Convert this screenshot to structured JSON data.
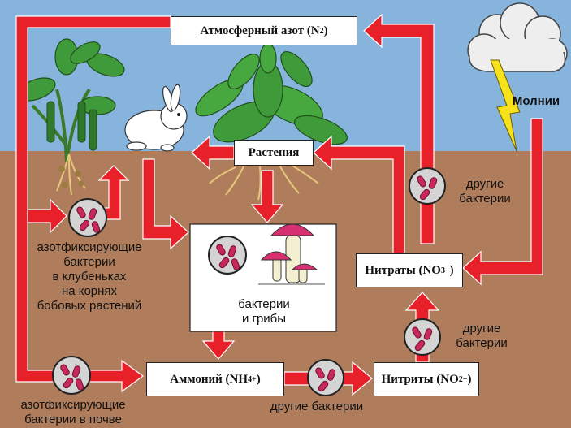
{
  "nodes": {
    "atmospheric_nitrogen": {
      "text": "Атмосферный азот (N",
      "sub": "2",
      "close": ")"
    },
    "plants": {
      "text": "Растения"
    },
    "nitrates": {
      "text": "Нитраты (NO",
      "sub": "3",
      "sup": "−",
      "close": ")"
    },
    "nitrites": {
      "text": "Нитриты (NO",
      "sub": "2",
      "sup": "−",
      "close": ")"
    },
    "ammonium": {
      "text": "Аммоний (NH",
      "sub": "4",
      "sup": "+",
      "close": ")"
    }
  },
  "labels": {
    "lightning": "Молнии",
    "other_bacteria_top": [
      "другие",
      "бактерии"
    ],
    "other_bacteria_mid": [
      "другие",
      "бактерии"
    ],
    "other_bacteria_bottom": "другие бактерии",
    "nodule_bacteria": [
      "азотфиксирующие",
      "бактерии",
      "в клубеньках",
      "на корнях",
      "бобовых растений"
    ],
    "soil_bacteria": [
      "азотфиксирующие",
      "бактерии в почве"
    ],
    "decomposers": [
      "бактерии",
      "и грибы"
    ]
  },
  "colors": {
    "sky": "#86b4dc",
    "soil": "#b07d5c",
    "arrow": "#e8202a",
    "arrow_outline": "#ffffff",
    "bacterium": "#c8285a",
    "mushroom_cap": "#d63070",
    "leaf": "#3f9a3a"
  },
  "icons": [
    "rabbit-icon",
    "cloud-icon",
    "lightning-icon",
    "bean-plant-icon",
    "leafy-plant-icon",
    "mushroom-icon",
    "bacteria-icon"
  ]
}
